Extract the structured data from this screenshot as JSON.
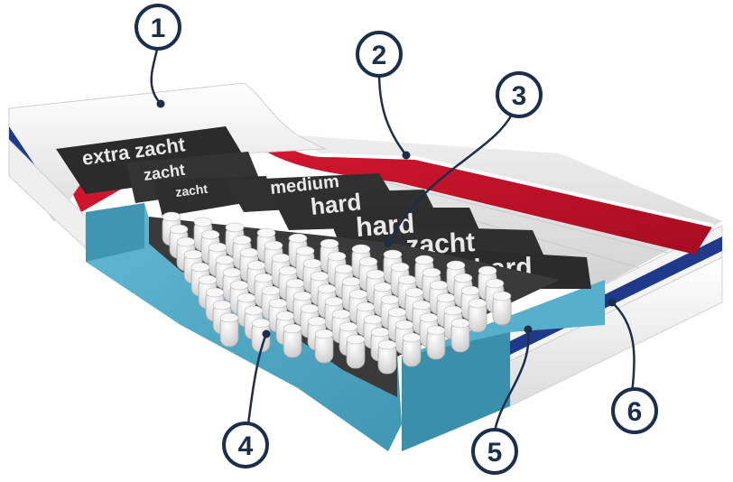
{
  "zone_labels": {
    "z1": "extra zacht",
    "z2": "zacht",
    "z3": "zacht",
    "z4": "medium",
    "z5": "hard",
    "z6": "hard",
    "z7": "zacht",
    "z8": "hard"
  },
  "callouts": [
    {
      "id": "c1",
      "label": "1"
    },
    {
      "id": "c2",
      "label": "2"
    },
    {
      "id": "c3",
      "label": "3"
    },
    {
      "id": "c4",
      "label": "4"
    },
    {
      "id": "c5",
      "label": "5"
    },
    {
      "id": "c6",
      "label": "6"
    }
  ],
  "colors": {
    "foam_white": "#f2f2f2",
    "topper_red": "#c8102e",
    "stripe_blue": "#1f3a8a",
    "base_teal": "#4aa8c4",
    "zone_dark": "#2f2f2f",
    "spring_white": "#e6e6e6",
    "callout_ink": "#1b2f4d"
  }
}
